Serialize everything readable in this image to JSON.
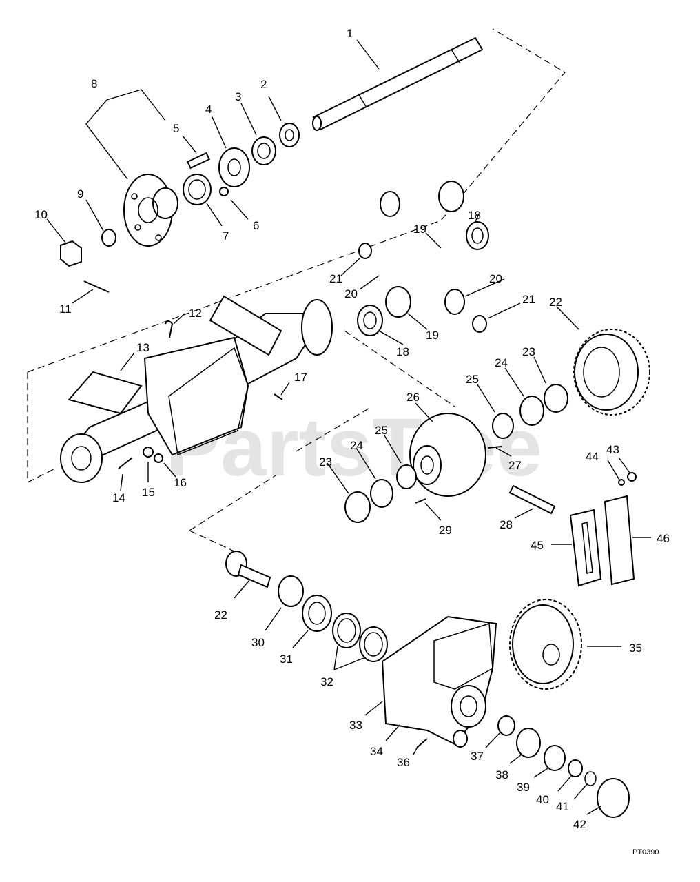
{
  "watermark": "PartsTree",
  "figure_code": "PT0390",
  "callouts": [
    "1",
    "2",
    "3",
    "4",
    "5",
    "6",
    "7",
    "8",
    "9",
    "10",
    "11",
    "12",
    "13",
    "14",
    "15",
    "16",
    "17",
    "18",
    "18",
    "19",
    "19",
    "20",
    "20",
    "21",
    "21",
    "22",
    "22",
    "23",
    "23",
    "24",
    "24",
    "25",
    "25",
    "26",
    "27",
    "28",
    "29",
    "30",
    "31",
    "32",
    "33",
    "34",
    "35",
    "36",
    "37",
    "38",
    "39",
    "40",
    "41",
    "42",
    "43",
    "44",
    "45",
    "46"
  ]
}
